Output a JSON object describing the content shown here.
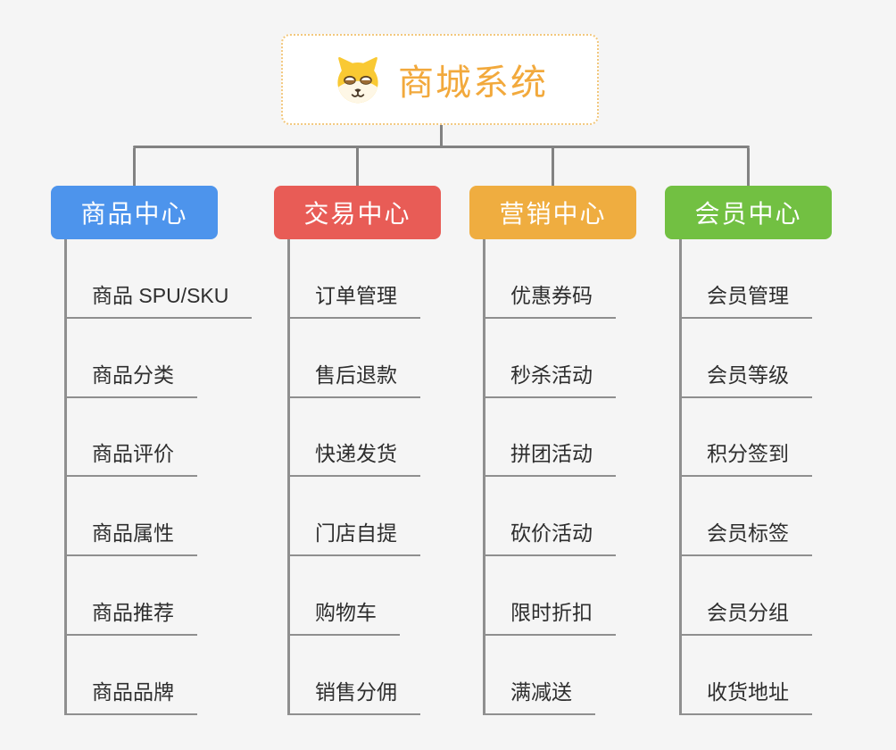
{
  "root": {
    "label": "商城系统",
    "icon": "shiba-dog-icon"
  },
  "branches": [
    {
      "label": "商品中心",
      "color": "#4D94EC",
      "children": [
        "商品 SPU/SKU",
        "商品分类",
        "商品评价",
        "商品属性",
        "商品推荐",
        "商品品牌"
      ]
    },
    {
      "label": "交易中心",
      "color": "#E85C56",
      "children": [
        "订单管理",
        "售后退款",
        "快递发货",
        "门店自提",
        "购物车",
        "销售分佣"
      ]
    },
    {
      "label": "营销中心",
      "color": "#EFAD40",
      "children": [
        "优惠券码",
        "秒杀活动",
        "拼团活动",
        "砍价活动",
        "限时折扣",
        "满减送"
      ]
    },
    {
      "label": "会员中心",
      "color": "#72C042",
      "children": [
        "会员管理",
        "会员等级",
        "积分签到",
        "会员标签",
        "会员分组",
        "收货地址"
      ]
    }
  ],
  "colors": {
    "background": "#F5F5F5",
    "root_text": "#F2A93C",
    "root_border": "#F2C87E",
    "connector": "#828282",
    "child_line": "#8F8F8F",
    "child_text": "#2E2E2E",
    "branch_product": "#4D94EC",
    "branch_trade": "#E85C56",
    "branch_marketing": "#EFAD40",
    "branch_member": "#72C042"
  }
}
